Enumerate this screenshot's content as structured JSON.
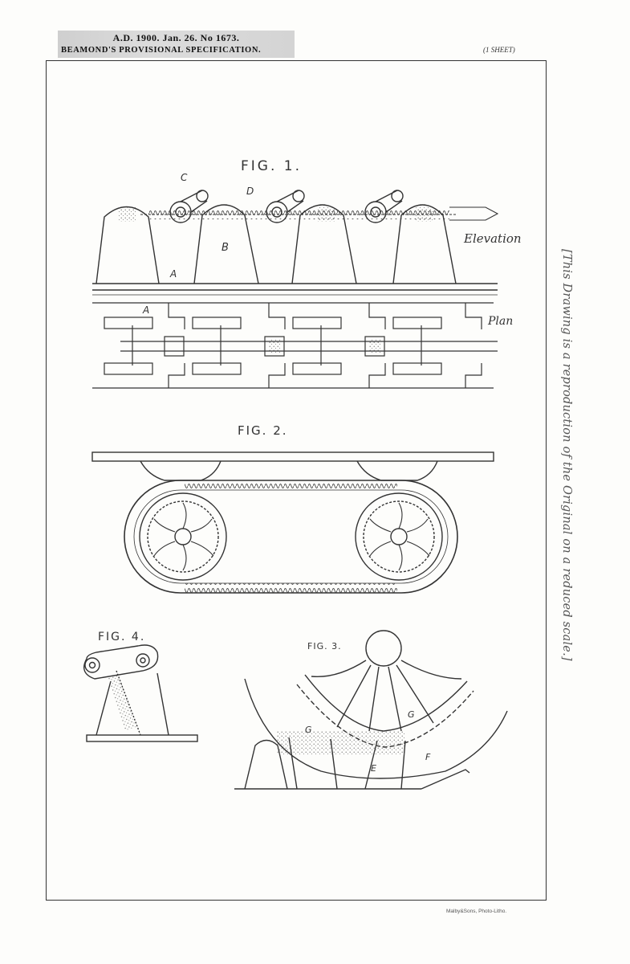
{
  "header": {
    "line1": "A.D. 1900. Jan. 26. No 1673.",
    "line2": "Beamond's Provisional Specification.",
    "sheet": "(1 SHEET)"
  },
  "side_note": "[This Drawing is a reproduction of the Original on a reduced scale.]",
  "printer": "Malby&Sons, Photo-Litho.",
  "figures": {
    "fig1": {
      "title": "FIG. 1.",
      "elevation_label": "Elevation",
      "plan_label": "Plan",
      "letters": {
        "a": "A",
        "b": "B",
        "c": "C",
        "d": "D",
        "a_plan": "A"
      }
    },
    "fig2": {
      "title": "FIG. 2."
    },
    "fig3": {
      "title": "FIG. 3.",
      "letters": {
        "g1": "G",
        "g2": "G",
        "e": "E",
        "f": "F"
      }
    },
    "fig4": {
      "title": "FIG. 4."
    }
  }
}
